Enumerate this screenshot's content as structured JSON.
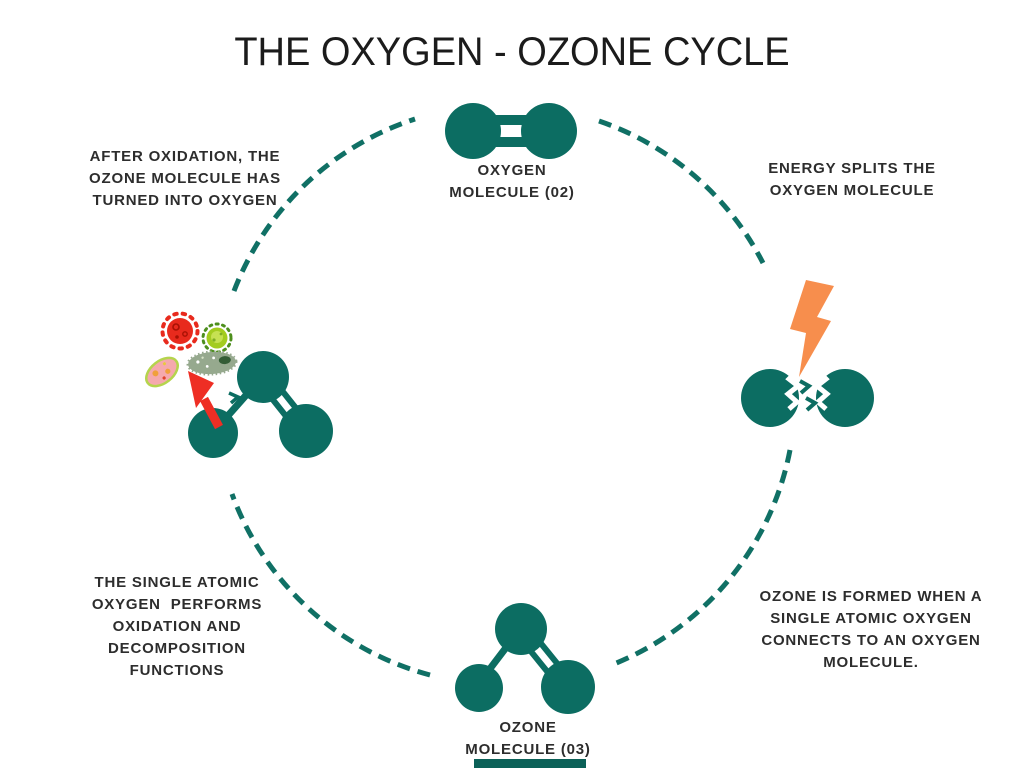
{
  "title": "THE OXYGEN - OZONE CYCLE",
  "colors": {
    "molecule_teal": "#0C6D62",
    "dash_teal": "#107065",
    "text_dark": "#2D2D2D",
    "lightning_orange": "#F78E4D",
    "arrow_red": "#EE2E24",
    "accent_bar_teal": "#0B6158",
    "red_virus": "#E82A1D",
    "green_virus": "#A3CC1F",
    "bacterium_pink": "#F5A9AD",
    "paramecium_green": "#96A98E"
  },
  "cycle": {
    "top_molecule_label": "OXYGEN\nMOLECULE (02)",
    "bottom_molecule_label": "OZONE\nMOLECULE (03)",
    "caption_top_left": "AFTER OXIDATION, THE\nOZONE MOLECULE HAS\nTURNED INTO OXYGEN",
    "caption_top_right": "ENERGY SPLITS THE\nOXYGEN MOLECULE",
    "caption_bottom_left": "THE SINGLE ATOMIC\nOXYGEN  PERFORMS\nOXIDATION AND\nDECOMPOSITION\nFUNCTIONS",
    "caption_bottom_right": "OZONE IS FORMED WHEN A\nSINGLE ATOMIC OXYGEN\nCONNECTS TO AN OXYGEN\nMOLECULE."
  },
  "icons": {
    "top": "oxygen-molecule-icon",
    "right": "lightning-bolt-icon and split-oxygen-molecule-icon",
    "bottom": "ozone-molecule-icon",
    "left": "ozone-attacks-germs-icon (ozone molecule, red arrow, red virus, green virus, bacterium, paramecium)"
  }
}
